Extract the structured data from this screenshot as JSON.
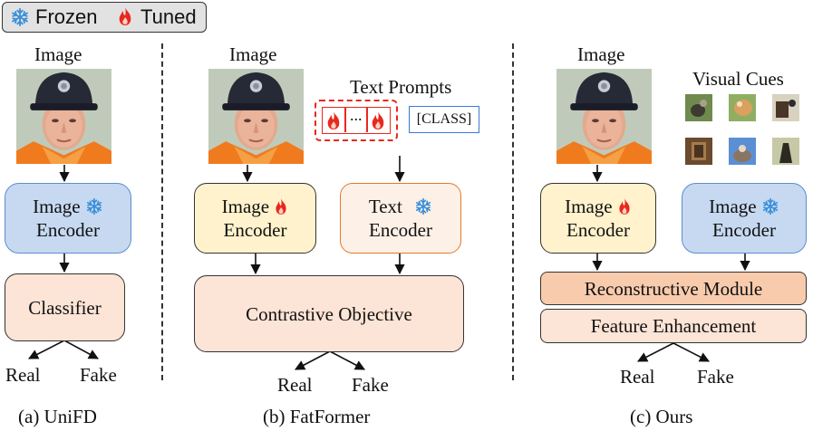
{
  "legend": {
    "frozen_label": "Frozen",
    "tuned_label": "Tuned"
  },
  "panel_a": {
    "image_label": "Image",
    "encoder_line1": "Image",
    "encoder_line2": "Encoder",
    "classifier_label": "Classifier",
    "out_real": "Real",
    "out_fake": "Fake",
    "caption": "(a) UniFD"
  },
  "panel_b": {
    "image_label": "Image",
    "text_prompts_label": "Text Prompts",
    "prompt_ellipsis": "...",
    "class_token": "[CLASS]",
    "image_encoder_line1": "Image",
    "image_encoder_line2": "Encoder",
    "text_encoder_line1": "Text",
    "text_encoder_line2": "Encoder",
    "objective_label": "Contrastive Objective",
    "out_real": "Real",
    "out_fake": "Fake",
    "caption": "(b) FatFormer"
  },
  "panel_c": {
    "image_label": "Image",
    "visual_cues_label": "Visual Cues",
    "image_encoder_line1": "Image",
    "image_encoder_line2": "Encoder",
    "cue_encoder_line1": "Image",
    "cue_encoder_line2": "Encoder",
    "reconstructive_label": "Reconstructive Module",
    "enhancement_label": "Feature Enhancement",
    "out_real": "Real",
    "out_fake": "Fake",
    "caption": "(c) Ours"
  },
  "colors": {
    "frozen_blue": "#c6d9f1",
    "tuned_yellow": "#fff2cc",
    "module_orange": "#f8cbad",
    "flame_red": "#e8281e",
    "snow_blue": "#3a8fd9"
  }
}
